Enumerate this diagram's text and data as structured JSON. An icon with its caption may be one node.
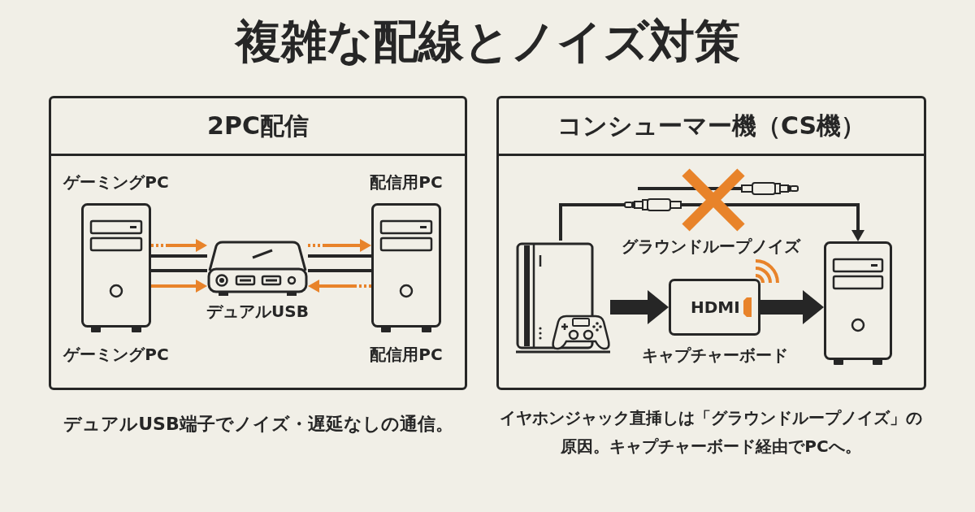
{
  "diagram": {
    "title": "複雑な配線とノイズ対策",
    "nodes": [
      {
        "text": [
          "2PC配信"
        ]
      },
      {
        "text": [
          "ゲーミングPC"
        ],
        "beside": [
          "ゲーミングPC"
        ],
        "in": 0
      },
      {
        "text": [
          "デュアルUSB"
        ],
        "in": 0
      },
      {
        "text": [
          "配信用PC"
        ],
        "beside": [
          "配信用PC"
        ],
        "in": 0
      },
      {
        "text": [
          "コンシューマー機（CS機）"
        ]
      },
      {
        "text": [],
        "shape": "picture",
        "in": 4
      },
      {
        "text": [
          "HDMI"
        ],
        "beside": [
          "キャプチャーボード"
        ],
        "in": 4
      },
      {
        "text": [],
        "shape": "picture",
        "in": 4
      }
    ],
    "edges": [
      {
        "from": 1,
        "to": 2,
        "arrow": "none",
        "style": "thick"
      },
      {
        "from": 2,
        "to": 3,
        "arrow": "none",
        "style": "thick"
      },
      {
        "from": 1,
        "to": 2,
        "arrow": "to",
        "style": "dashed",
        "color": "#e8832a"
      },
      {
        "from": 2,
        "to": 3,
        "arrow": "to",
        "style": "dashed",
        "color": "#e8832a"
      },
      {
        "from": 1,
        "to": 2,
        "arrow": "to",
        "color": "#e8832a"
      },
      {
        "from": 3,
        "to": 2,
        "arrow": "to",
        "style": "dashed",
        "color": "#e8832a"
      },
      {
        "from": 5,
        "to": 7,
        "arrow": "to"
      },
      {
        "from": 5,
        "to": 6,
        "arrow": "to",
        "style": "thick"
      },
      {
        "from": 6,
        "to": 7,
        "arrow": "to",
        "style": "thick"
      }
    ],
    "labels": [
      "グラウンドループノイズ",
      "デュアルUSB端子でノイズ・遅延なしの通信。",
      "イヤホンジャック直挿しは「グラウンドループノイズ」の原因。キャプチャーボード経由でPCへ。"
    ]
  }
}
